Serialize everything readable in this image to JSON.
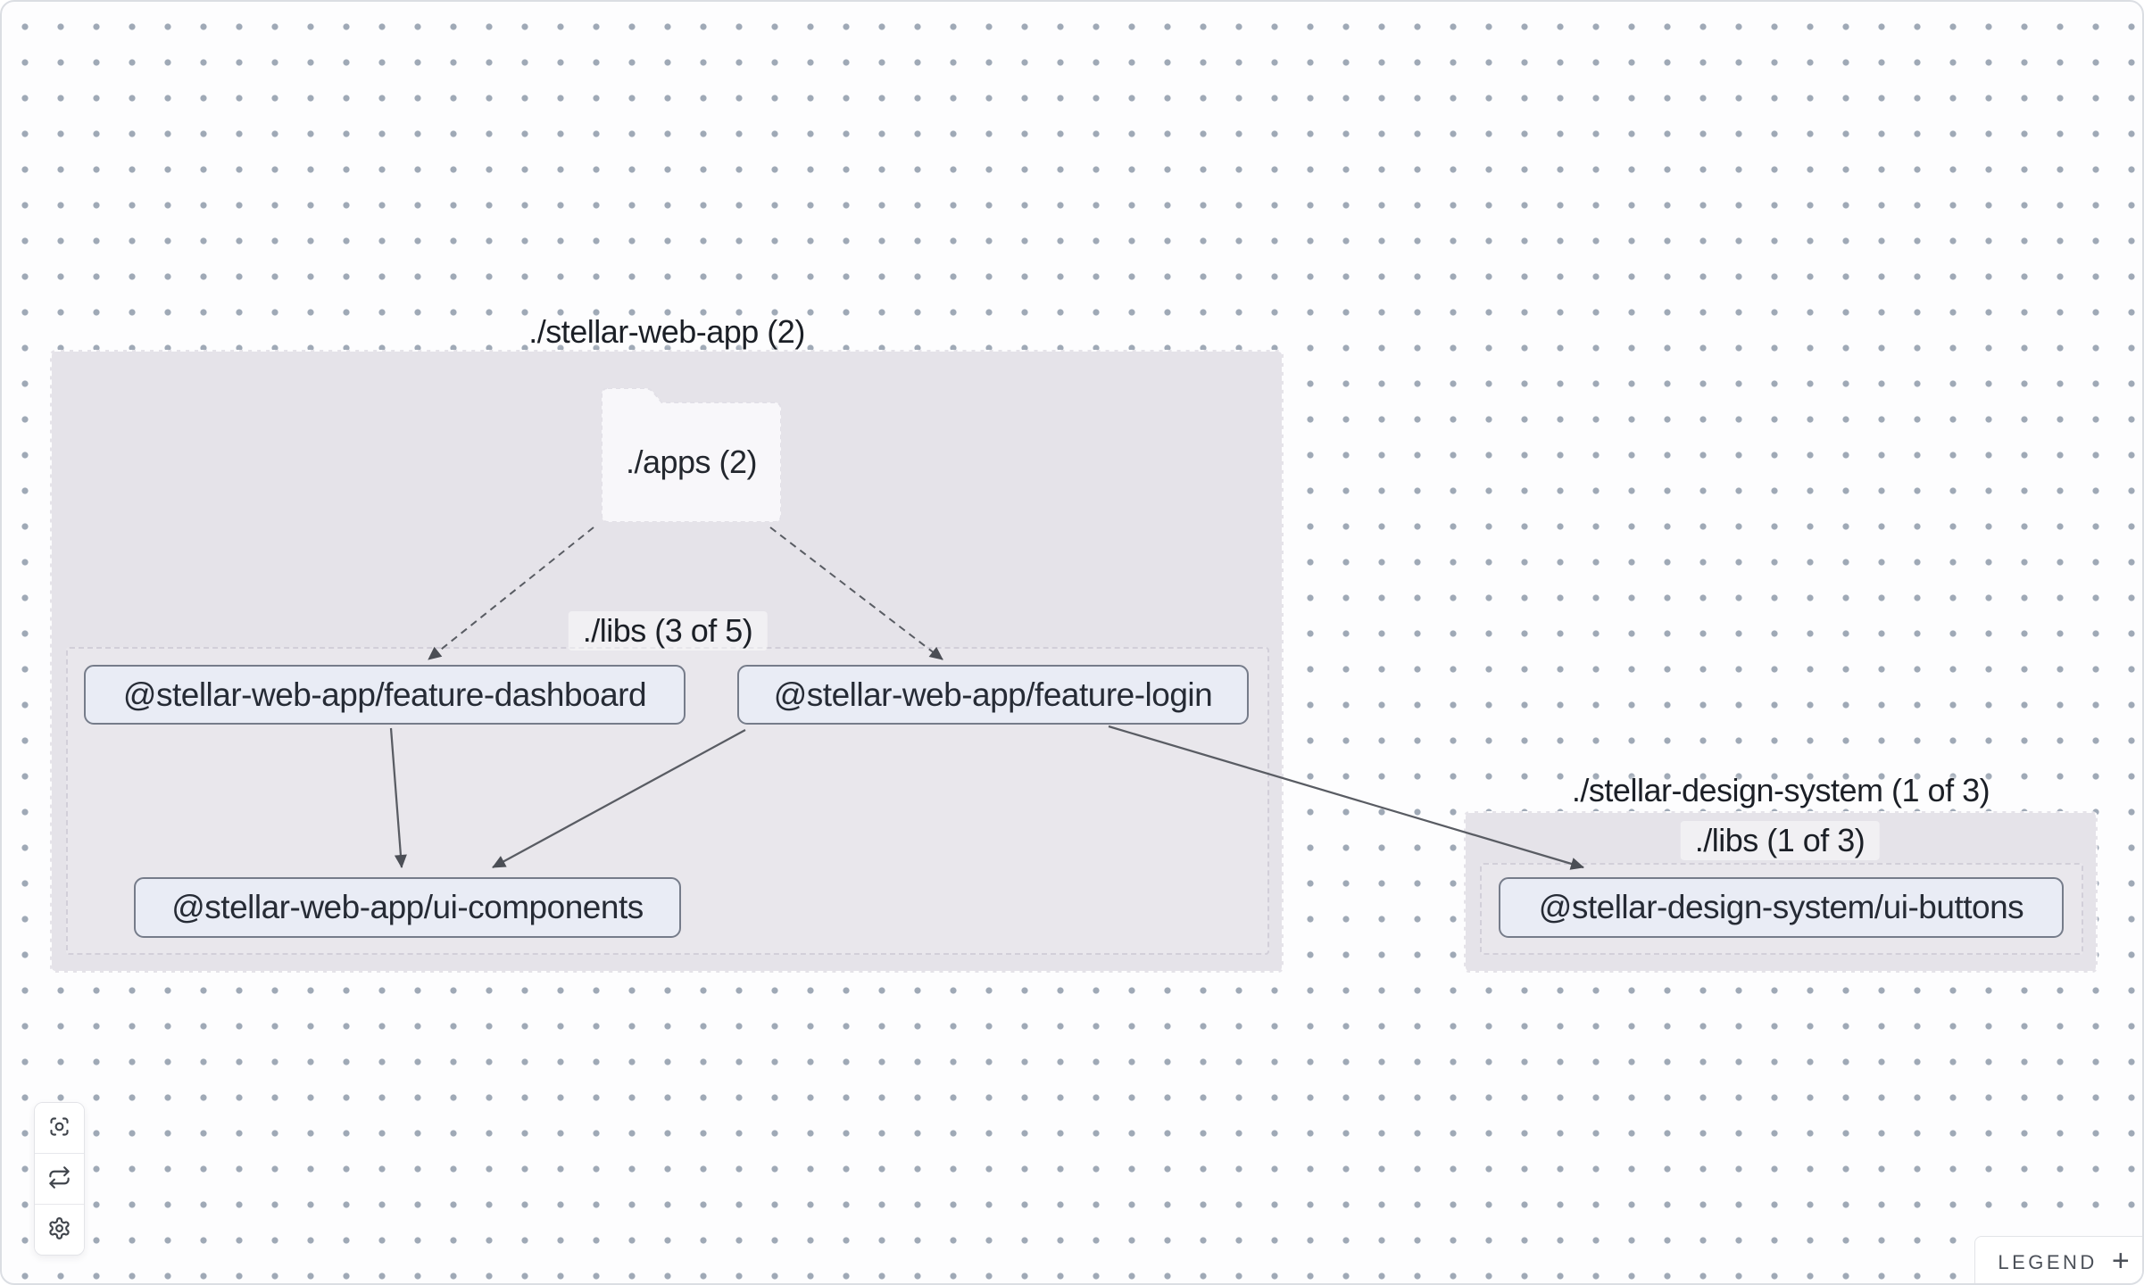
{
  "colors": {
    "canvas_bg": "#fdfdfe",
    "dot_grid": "#9fa9b6",
    "group_fill": "#e5e3e9",
    "node_fill": "#e9ecf5",
    "node_border": "#767c8a",
    "edge": "#595c63",
    "label_text": "#1b1f26"
  },
  "groups": [
    {
      "label": "./stellar-web-app (2)",
      "folder": {
        "label": "./apps (2)"
      },
      "libs": {
        "label": "./libs (3 of 5)"
      },
      "nodes": [
        "@stellar-web-app/feature-dashboard",
        "@stellar-web-app/feature-login",
        "@stellar-web-app/ui-components"
      ]
    },
    {
      "label": "./stellar-design-system (1 of 3)",
      "libs": {
        "label": "./libs (1 of 3)"
      },
      "nodes": [
        "@stellar-design-system/ui-buttons"
      ]
    }
  ],
  "edges": [
    {
      "source": "./apps (2)",
      "target": "@stellar-web-app/feature-dashboard",
      "style": "dashed"
    },
    {
      "source": "./apps (2)",
      "target": "@stellar-web-app/feature-login",
      "style": "dashed"
    },
    {
      "source": "@stellar-web-app/feature-dashboard",
      "target": "@stellar-web-app/ui-components",
      "style": "solid"
    },
    {
      "source": "@stellar-web-app/feature-login",
      "target": "@stellar-web-app/ui-components",
      "style": "solid"
    },
    {
      "source": "@stellar-web-app/feature-login",
      "target": "@stellar-design-system/ui-buttons",
      "style": "solid"
    }
  ],
  "toolbar": {
    "buttons": [
      {
        "icon": "focus-icon"
      },
      {
        "icon": "refresh-icon"
      },
      {
        "icon": "settings-icon"
      }
    ]
  },
  "legend": {
    "label": "LEGEND",
    "expand_symbol": "+"
  }
}
